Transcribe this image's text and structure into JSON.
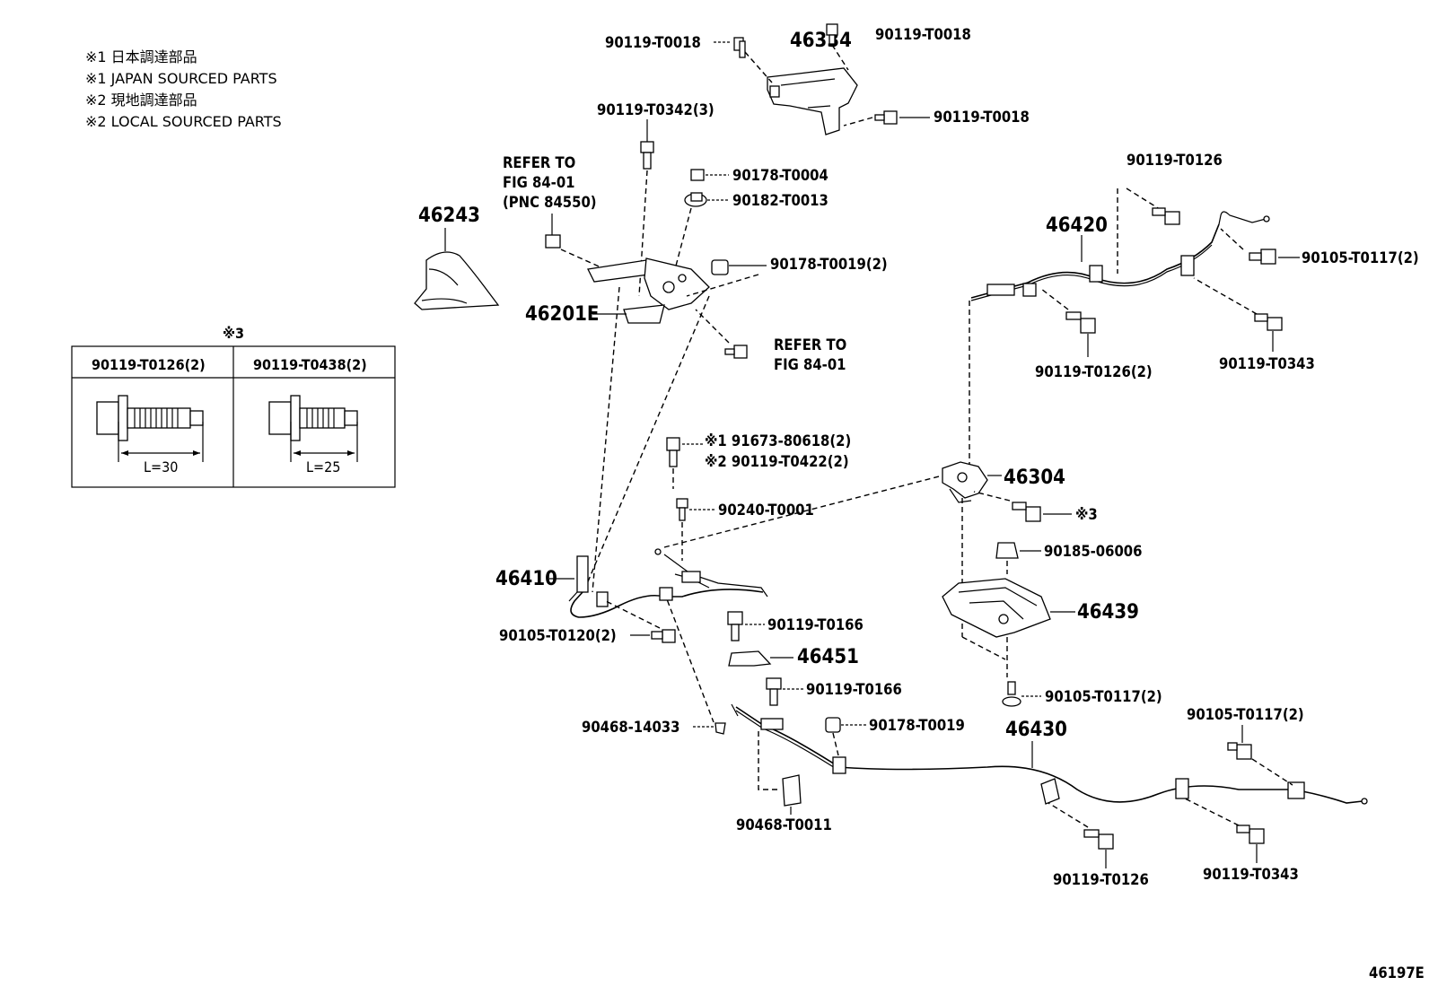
{
  "legend": [
    "※1 日本調達部品",
    "※1 JAPAN SOURCED PARTS",
    "※2 現地調達部品",
    "※2 LOCAL SOURCED PARTS"
  ],
  "table": {
    "mark": "※3",
    "col1_header": "90119-T0126(2)",
    "col2_header": "90119-T0438(2)",
    "col1_dim": "L=30",
    "col2_dim": "L=25"
  },
  "labels": {
    "p46334": "46334",
    "p90119_T0018_a": "90119-T0018",
    "p90119_T0018_b": "90119-T0018",
    "p90119_T0018_c": "90119-T0018",
    "p90119_T0342": "90119-T0342(3)",
    "refer1_l1": "REFER TO",
    "refer1_l2": "FIG 84-01",
    "refer1_l3": "(PNC 84550)",
    "p90178_T0004": "90178-T0004",
    "p90182_T0013": "90182-T0013",
    "p46243": "46243",
    "p90178_T0019_2": "90178-T0019(2)",
    "p46201E": "46201E",
    "refer2_l1": "REFER TO",
    "refer2_l2": "FIG 84-01",
    "p90119_T0126_top": "90119-T0126",
    "p46420": "46420",
    "p90105_T0117_2a": "90105-T0117(2)",
    "p90119_T0126_2": "90119-T0126(2)",
    "p90119_T0343_a": "90119-T0343",
    "p91673": "※1 91673-80618(2)",
    "p90119_T0422": "※2 90119-T0422(2)",
    "p46304": "46304",
    "p90240": "90240-T0001",
    "mark3": "※3",
    "p90185": "90185-06006",
    "p46410": "46410",
    "p46439": "46439",
    "p90105_T0120": "90105-T0120(2)",
    "p90119_T0166_a": "90119-T0166",
    "p46451": "46451",
    "p90119_T0166_b": "90119-T0166",
    "p90105_T0117_2b": "90105-T0117(2)",
    "p90105_T0117_2c": "90105-T0117(2)",
    "p90468_14033": "90468-14033",
    "p90178_T0019": "90178-T0019",
    "p46430": "46430",
    "p90468_T0011": "90468-T0011",
    "p90119_T0126_bot": "90119-T0126",
    "p90119_T0343_b": "90119-T0343",
    "fig_id": "46197E"
  }
}
